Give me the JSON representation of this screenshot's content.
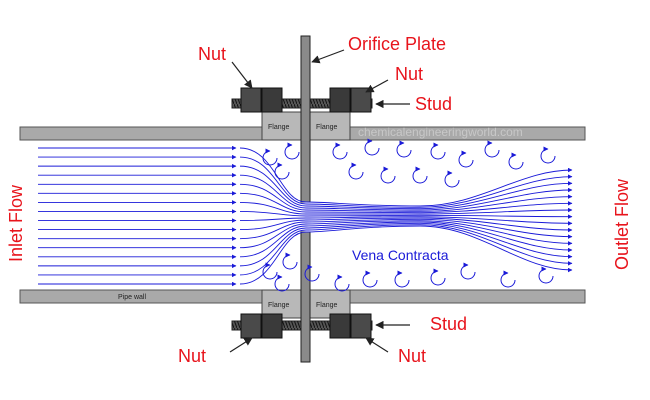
{
  "labels": {
    "orifice_plate": "Orifice Plate",
    "nut_top_left": "Nut",
    "nut_top_right": "Nut",
    "stud_top": "Stud",
    "stud_bottom": "Stud",
    "nut_bottom_left": "Nut",
    "nut_bottom_right": "Nut",
    "inlet_flow": "Inlet Flow",
    "outlet_flow": "Outlet Flow",
    "vena_contracta": "Vena Contracta",
    "flange_top_left": "Flange",
    "flange_top_right": "Flange",
    "flange_bottom_left": "Flange",
    "flange_bottom_right": "Flange",
    "pipe_wall": "Pipe wall",
    "watermark": "chemicalengineeringworld.com"
  },
  "colors": {
    "label": "#e8141c",
    "flow": "#1a1ad8",
    "pipe_wall": "#a9a9a9",
    "bolt": "#3a3a3a"
  }
}
